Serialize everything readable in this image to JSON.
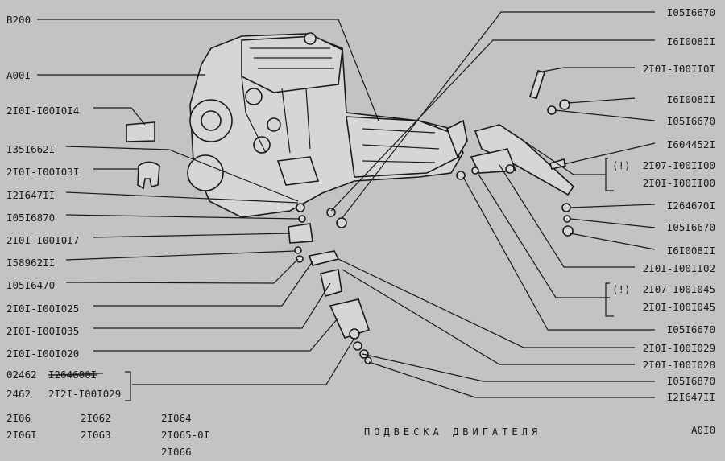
{
  "left_labels": [
    "B200",
    "A00I",
    "2I0I-I00I0I4",
    "I35I662I",
    "2I0I-I00I03I",
    "I2I647II",
    "I05I6870",
    "2I0I-I00I0I7",
    "I58962II",
    "I05I6470",
    "2I0I-I00I025",
    "2I0I-I00I035",
    "2I0I-I00I020"
  ],
  "left_group": {
    "row1_prefix": "02462",
    "row1_part_struck": "I264680I",
    "row2_prefix": "2462",
    "row2_part": "2I2I-I00I029"
  },
  "right_labels": [
    "I05I6670",
    "I6I008II",
    "2I0I-I00II0I",
    "I6I008II",
    "I05I6670",
    "I604452I",
    "I264670I",
    "I05I6670",
    "I6I008II",
    "2I0I-I00II02",
    "I05I6670",
    "2I0I-I00I029",
    "2I0I-I00I028",
    "I05I6870",
    "I2I647II"
  ],
  "right_group_1": {
    "mark": "(!)",
    "part_a": "2I07-I00II00",
    "part_b": "2I0I-I00II00"
  },
  "right_group_2": {
    "mark": "(!)",
    "part_a": "2I07-I00I045",
    "part_b": "2I0I-I00I045"
  },
  "models": [
    "2I06",
    "2I06I",
    "2I062",
    "2I063",
    "2I064",
    "2I065-0I",
    "2I066"
  ],
  "title": "ПОДВЕСКА ДВИГАТЕЛЯ",
  "page_code": "A0I0"
}
